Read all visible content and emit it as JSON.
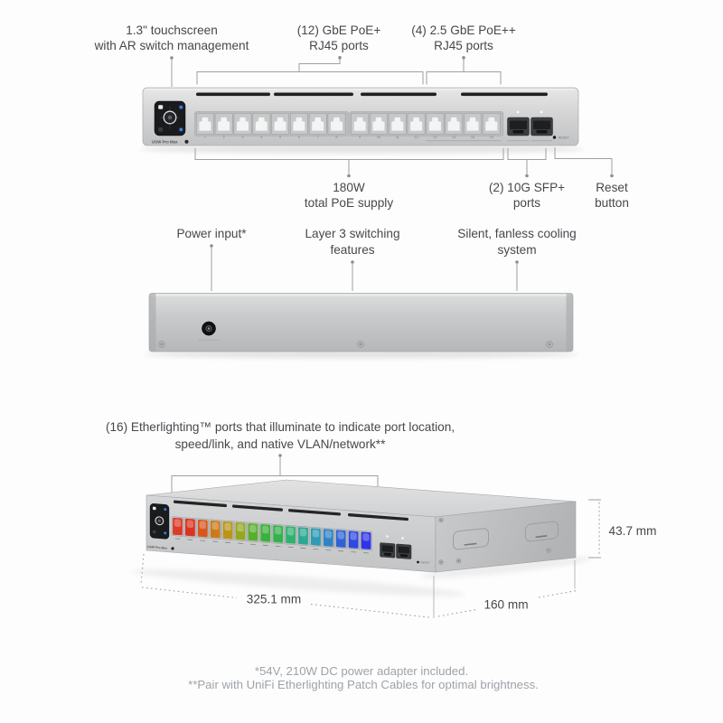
{
  "front_view": {
    "callout_touchscreen_line1": "1.3\" touchscreen",
    "callout_touchscreen_line2": "with AR switch management",
    "callout_gbe_line1": "(12) GbE PoE+",
    "callout_gbe_line2": "RJ45 ports",
    "callout_25gbe_line1": "(4) 2.5 GbE PoE++",
    "callout_25gbe_line2": "RJ45 ports",
    "callout_poe_line1": "180W",
    "callout_poe_line2": "total PoE supply",
    "callout_sfp_line1": "(2) 10G SFP+",
    "callout_sfp_line2": "ports",
    "callout_reset_line1": "Reset",
    "callout_reset_line2": "button",
    "device_label": "USW Pro Max",
    "reset_text": "RESET"
  },
  "back_view": {
    "callout_power": "Power input*",
    "callout_layer3_line1": "Layer 3 switching",
    "callout_layer3_line2": "features",
    "callout_cooling_line1": "Silent, fanless cooling",
    "callout_cooling_line2": "system"
  },
  "perspective_view": {
    "callout_etherlighting_line1": "(16) Etherlighting™ ports that illuminate to indicate port location,",
    "callout_etherlighting_line2": "speed/link, and native VLAN/network**",
    "dim_height": "43.7 mm",
    "dim_width": "325.1 mm",
    "dim_depth": "160 mm",
    "device_label": "USW Pro Max",
    "reset_text": "RESET",
    "etherlighting_port_colors": [
      "#dc3b28",
      "#db3420",
      "#d8571c",
      "#cb7a1a",
      "#b9951c",
      "#93a81e",
      "#57b02b",
      "#3ab13a",
      "#33b24c",
      "#2fb271",
      "#2ca892",
      "#2c9cb4",
      "#2d83c6",
      "#2e62d6",
      "#2e49e0",
      "#2e35e6"
    ]
  },
  "ports": {
    "count": 16,
    "numbers": [
      "1",
      "2",
      "3",
      "4",
      "5",
      "6",
      "7",
      "8",
      "9",
      "10",
      "11",
      "12",
      "13",
      "14",
      "15",
      "16"
    ]
  },
  "footnotes": {
    "line1": "*54V, 210W DC power adapter included.",
    "line2": "**Pair with UniFi Etherlighting Patch Cables for optimal brightness."
  },
  "colors": {
    "label_text": "#45484c",
    "footnote_text": "#9ea3a8",
    "leader_line": "#9d9fa1",
    "chassis": "#d2d3d4",
    "screen": "#1a1b1d",
    "screen_accent_blue": "#3d7dda"
  }
}
